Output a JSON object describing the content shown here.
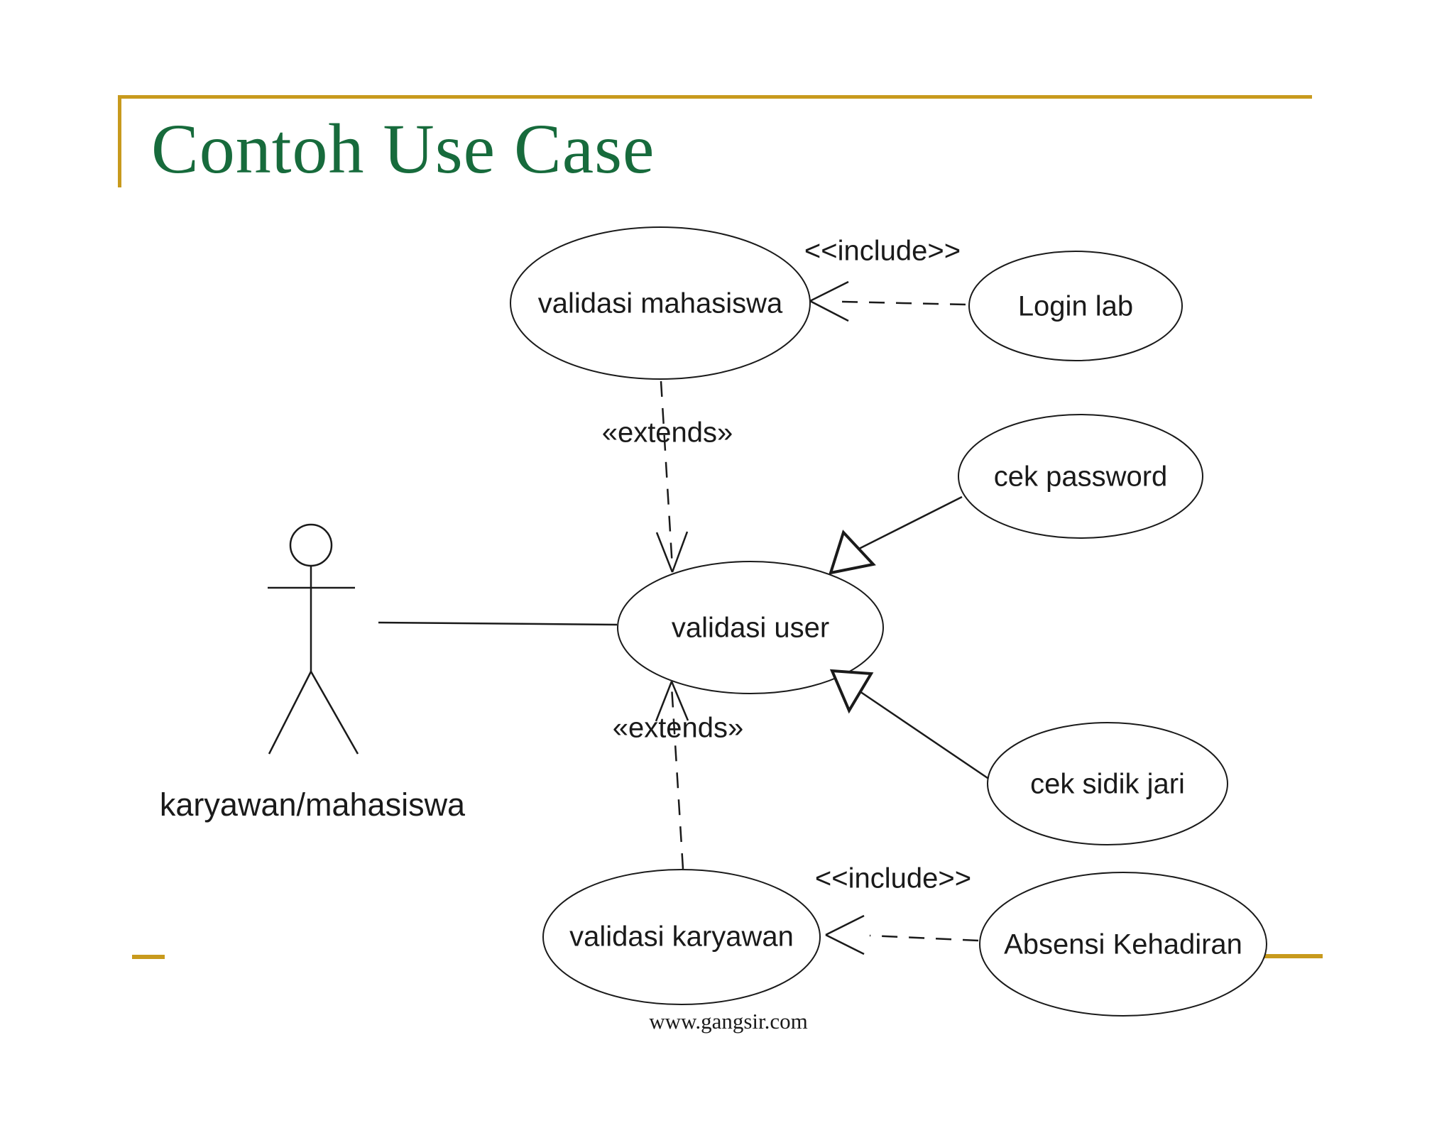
{
  "slide": {
    "title": "Contoh Use Case",
    "footer": "www.gangsir.com"
  },
  "colors": {
    "title_green": "#176B3C",
    "accent_gold": "#C89A1D",
    "diagram_ink": "#1A1A1A",
    "background": "#FFFFFF"
  },
  "diagram": {
    "actor": {
      "label": "karyawan/mahasiswa"
    },
    "use_cases": {
      "validasi_mahasiswa": "validasi mahasiswa",
      "login_lab": "Login lab",
      "cek_password": "cek password",
      "validasi_user": "validasi user",
      "cek_sidik_jari": "cek sidik jari",
      "validasi_karyawan": "validasi karyawan",
      "absensi_kehadiran": "Absensi Kehadiran"
    },
    "relationships": [
      {
        "type": "include",
        "label": "<<include>>",
        "from": "Login lab",
        "to": "validasi mahasiswa"
      },
      {
        "type": "extends",
        "label": "«extends»",
        "from": "validasi mahasiswa",
        "to": "validasi user"
      },
      {
        "type": "generalization",
        "label": "",
        "from": "cek password",
        "to": "validasi user"
      },
      {
        "type": "generalization",
        "label": "",
        "from": "cek sidik jari",
        "to": "validasi user"
      },
      {
        "type": "extends",
        "label": "«extends»",
        "from": "validasi karyawan",
        "to": "validasi user"
      },
      {
        "type": "include",
        "label": "<<include>>",
        "from": "Absensi Kehadiran",
        "to": "validasi karyawan"
      },
      {
        "type": "association",
        "label": "",
        "from": "karyawan/mahasiswa",
        "to": "validasi user"
      }
    ]
  }
}
